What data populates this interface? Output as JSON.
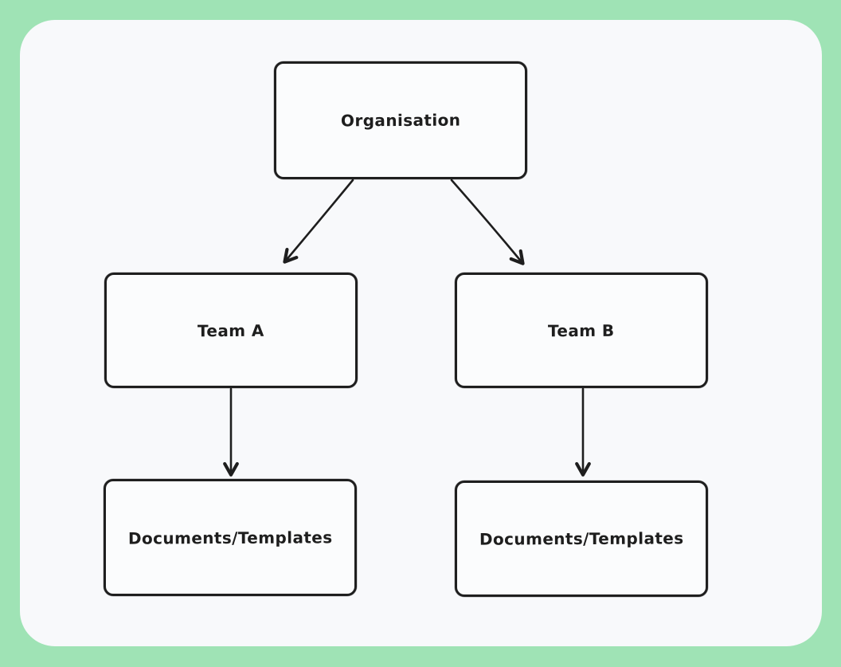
{
  "diagram": {
    "nodes": {
      "organisation": {
        "label": "Organisation"
      },
      "team_a": {
        "label": "Team A"
      },
      "team_b": {
        "label": "Team B"
      },
      "docs_a": {
        "label": "Documents/Templates"
      },
      "docs_b": {
        "label": "Documents/Templates"
      }
    },
    "edges": [
      {
        "from": "organisation",
        "to": "team_a",
        "style": "arrow"
      },
      {
        "from": "organisation",
        "to": "team_b",
        "style": "arrow"
      },
      {
        "from": "team_a",
        "to": "docs_a",
        "style": "arrow"
      },
      {
        "from": "team_b",
        "to": "docs_b",
        "style": "arrow"
      }
    ],
    "colors": {
      "frame": "#9fe3b5",
      "canvas": "#f8f9fb",
      "stroke": "#1e1e1e",
      "node_fill": "#fbfcfd"
    }
  }
}
